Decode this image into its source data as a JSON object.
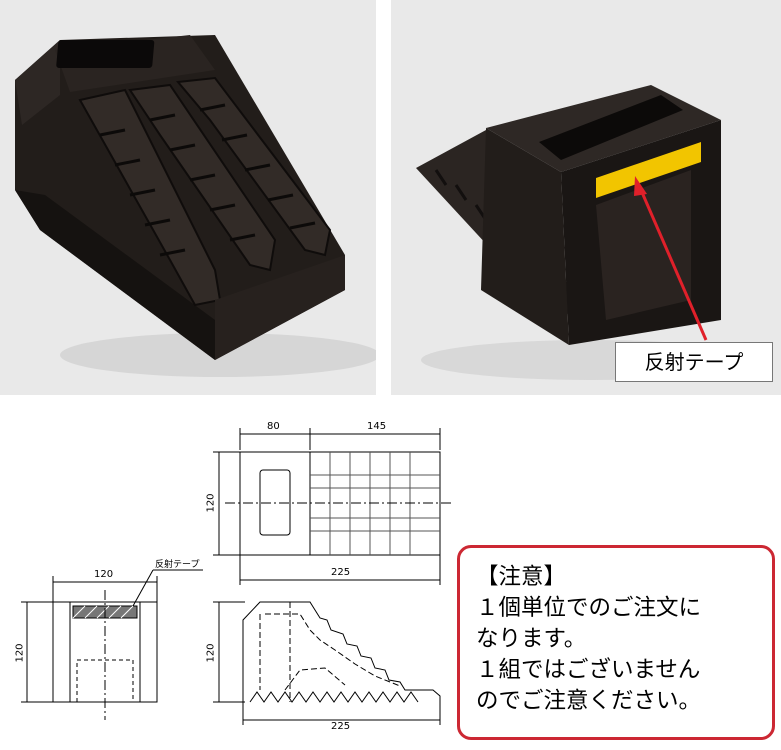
{
  "photos": {
    "left_alt": "wheel chock top view",
    "right_alt": "wheel chock rear view with reflective tape",
    "callout_label": "反射テープ"
  },
  "drawing": {
    "top_view": {
      "dim_left": "80",
      "dim_right": "145",
      "dim_total": "225",
      "dim_height": "120"
    },
    "front_view": {
      "dim_width": "120",
      "dim_height": "120",
      "tape_label": "反射テープ"
    },
    "side_view": {
      "dim_height": "120",
      "dim_total": "225"
    }
  },
  "notice": {
    "lines": [
      "【注意】",
      "１個単位でのご注文に",
      "なります。",
      "１組ではございません",
      "のでご注意ください。"
    ]
  },
  "colors": {
    "rubber": "#1d1917",
    "tape": "#f2c500",
    "arrow": "#e0202a",
    "notice_border": "#cc2833",
    "photo_bg": "#e9e9e9"
  }
}
